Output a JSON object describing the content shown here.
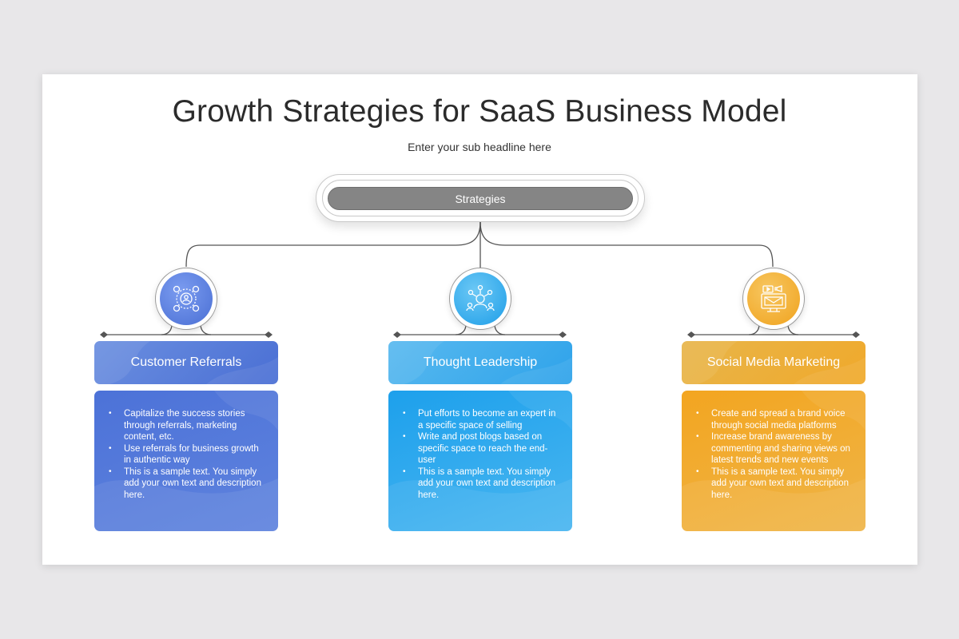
{
  "slide": {
    "title": "Growth Strategies for SaaS Business Model",
    "subtitle": "Enter your sub headline here",
    "root_label": "Strategies"
  },
  "colors": {
    "blue": "#4c72d8",
    "cyan": "#1da0ec",
    "orange": "#f3a520",
    "root_pill": "#858585",
    "connector": "#555555"
  },
  "cards": [
    {
      "heading": "Customer Referrals",
      "icon": "referral-network-icon",
      "bullets": [
        "Capitalize the success stories through referrals, marketing content, etc.",
        "Use referrals for business growth in authentic way",
        "This is a sample text. You simply add your own text and description here."
      ]
    },
    {
      "heading": "Thought Leadership",
      "icon": "leader-idea-icon",
      "bullets": [
        "Put efforts to become an expert in a specific space of selling",
        "Write and post blogs based on specific space to reach the end-user",
        "This is a sample text. You simply add your own text and description here."
      ]
    },
    {
      "heading": "Social Media Marketing",
      "icon": "social-media-screens-icon",
      "bullets": [
        "Create and spread a brand voice through social media platforms",
        "Increase brand awareness by commenting and sharing views on latest trends and new events",
        "This is a sample text. You simply add your own text and description here."
      ]
    }
  ]
}
